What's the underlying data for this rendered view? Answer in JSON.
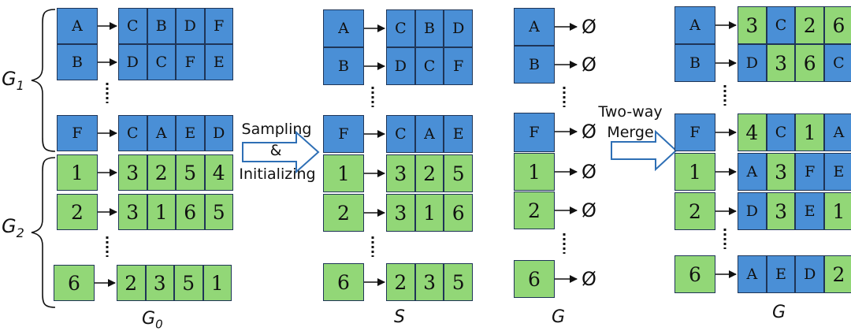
{
  "labels": {
    "g1": "G",
    "g1_sub": "1",
    "g2": "G",
    "g2_sub": "2",
    "g0": "G",
    "g0_sub": "0",
    "s": "S",
    "g_mid": "G",
    "g_right": "G"
  },
  "arrows": {
    "sampling": "Sampling",
    "amp": "&",
    "initializing": "Initializing",
    "two_way": "Two-way",
    "merge": "Merge"
  },
  "empty_symbol": "Ø",
  "colors": {
    "blue": "#4a8fd6",
    "green": "#92d777",
    "border": "#1f3557",
    "arrow_outline": "#2e6fb5"
  },
  "g0_rows": [
    {
      "node": "A",
      "node_color": "blue",
      "nbrs": [
        "C",
        "B",
        "D",
        "F"
      ],
      "nbr_colors": [
        "blue",
        "blue",
        "blue",
        "blue"
      ]
    },
    {
      "node": "B",
      "node_color": "blue",
      "nbrs": [
        "D",
        "C",
        "F",
        "E"
      ],
      "nbr_colors": [
        "blue",
        "blue",
        "blue",
        "blue"
      ]
    },
    {
      "node": "F",
      "node_color": "blue",
      "nbrs": [
        "C",
        "A",
        "E",
        "D"
      ],
      "nbr_colors": [
        "blue",
        "blue",
        "blue",
        "blue"
      ]
    },
    {
      "node": "1",
      "node_color": "green",
      "nbrs": [
        "3",
        "2",
        "5",
        "4"
      ],
      "nbr_colors": [
        "green",
        "green",
        "green",
        "green"
      ]
    },
    {
      "node": "2",
      "node_color": "green",
      "nbrs": [
        "3",
        "1",
        "6",
        "5"
      ],
      "nbr_colors": [
        "green",
        "green",
        "green",
        "green"
      ]
    },
    {
      "node": "6",
      "node_color": "green",
      "nbrs": [
        "2",
        "3",
        "5",
        "1"
      ],
      "nbr_colors": [
        "green",
        "green",
        "green",
        "green"
      ]
    }
  ],
  "s_rows": [
    {
      "node": "A",
      "node_color": "blue",
      "nbrs": [
        "C",
        "B",
        "D"
      ],
      "nbr_colors": [
        "blue",
        "blue",
        "blue"
      ]
    },
    {
      "node": "B",
      "node_color": "blue",
      "nbrs": [
        "D",
        "C",
        "F"
      ],
      "nbr_colors": [
        "blue",
        "blue",
        "blue"
      ]
    },
    {
      "node": "F",
      "node_color": "blue",
      "nbrs": [
        "C",
        "A",
        "E"
      ],
      "nbr_colors": [
        "blue",
        "blue",
        "blue"
      ]
    },
    {
      "node": "1",
      "node_color": "green",
      "nbrs": [
        "3",
        "2",
        "5"
      ],
      "nbr_colors": [
        "green",
        "green",
        "green"
      ]
    },
    {
      "node": "2",
      "node_color": "green",
      "nbrs": [
        "3",
        "1",
        "6"
      ],
      "nbr_colors": [
        "green",
        "green",
        "green"
      ]
    },
    {
      "node": "6",
      "node_color": "green",
      "nbrs": [
        "2",
        "3",
        "5"
      ],
      "nbr_colors": [
        "green",
        "green",
        "green"
      ]
    }
  ],
  "g_mid_rows": [
    {
      "node": "A",
      "node_color": "blue"
    },
    {
      "node": "B",
      "node_color": "blue"
    },
    {
      "node": "F",
      "node_color": "blue"
    },
    {
      "node": "1",
      "node_color": "green"
    },
    {
      "node": "2",
      "node_color": "green"
    },
    {
      "node": "6",
      "node_color": "green"
    }
  ],
  "g_rows": [
    {
      "node": "A",
      "node_color": "blue",
      "nbrs": [
        "3",
        "C",
        "2",
        "6"
      ],
      "nbr_colors": [
        "green",
        "blue",
        "green",
        "green"
      ]
    },
    {
      "node": "B",
      "node_color": "blue",
      "nbrs": [
        "D",
        "3",
        "6",
        "C"
      ],
      "nbr_colors": [
        "blue",
        "green",
        "green",
        "blue"
      ]
    },
    {
      "node": "F",
      "node_color": "blue",
      "nbrs": [
        "4",
        "C",
        "1",
        "A"
      ],
      "nbr_colors": [
        "green",
        "blue",
        "green",
        "blue"
      ]
    },
    {
      "node": "1",
      "node_color": "green",
      "nbrs": [
        "A",
        "3",
        "F",
        "E"
      ],
      "nbr_colors": [
        "blue",
        "green",
        "blue",
        "blue"
      ]
    },
    {
      "node": "2",
      "node_color": "green",
      "nbrs": [
        "D",
        "3",
        "E",
        "1"
      ],
      "nbr_colors": [
        "blue",
        "green",
        "blue",
        "green"
      ]
    },
    {
      "node": "6",
      "node_color": "green",
      "nbrs": [
        "A",
        "E",
        "D",
        "2"
      ],
      "nbr_colors": [
        "blue",
        "blue",
        "blue",
        "green"
      ]
    }
  ]
}
